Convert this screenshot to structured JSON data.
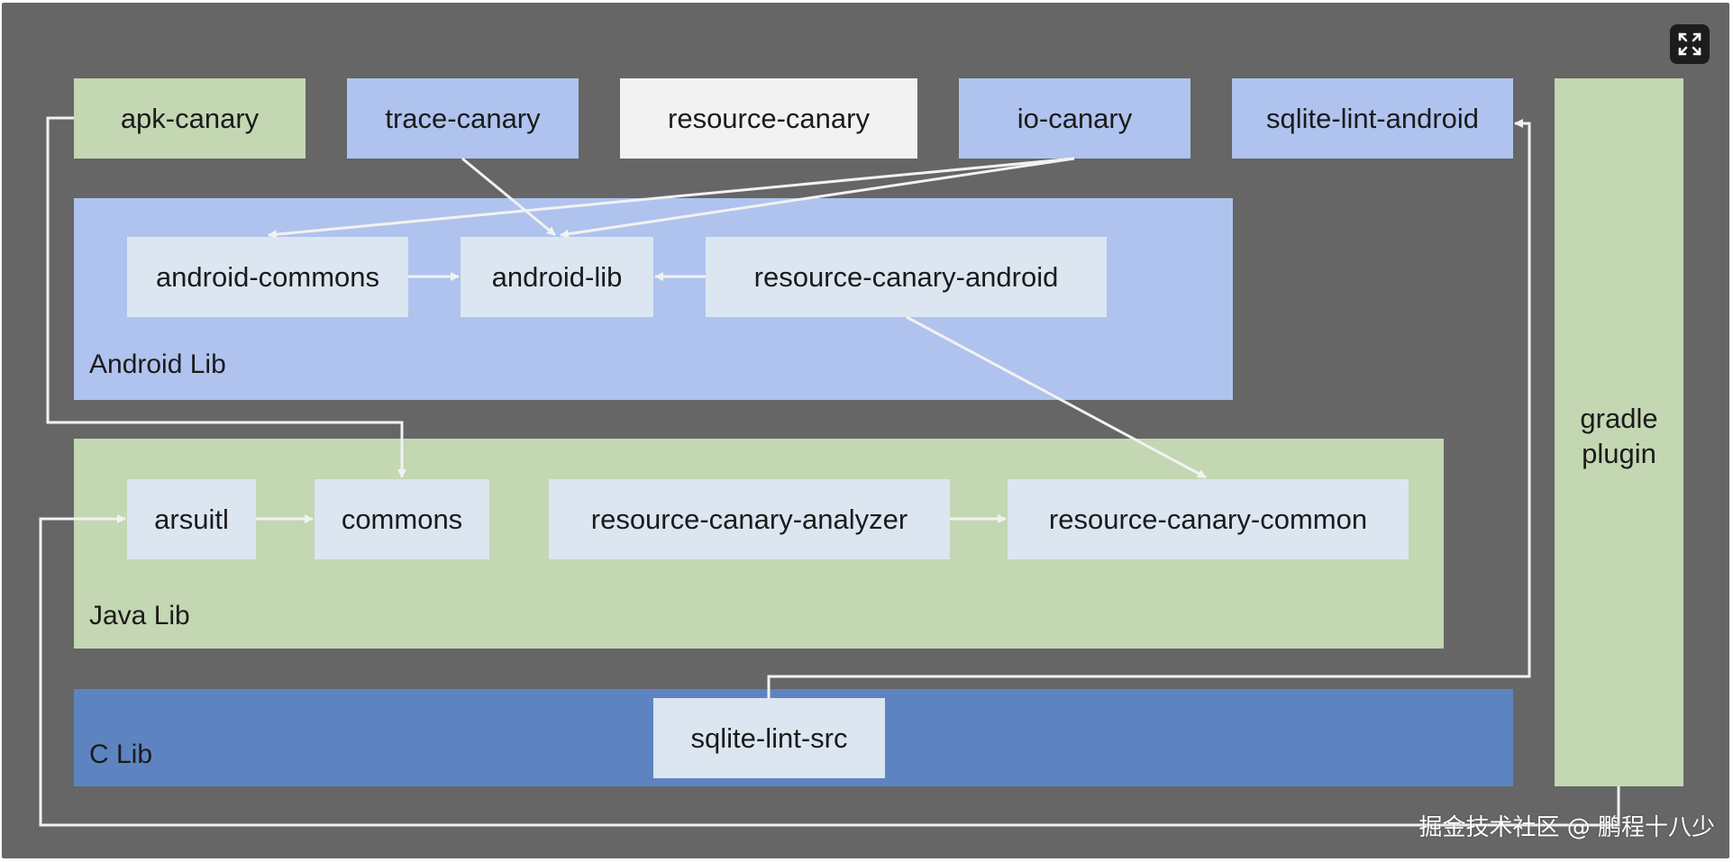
{
  "colors": {
    "canvas": "#666666",
    "android_group": "#afc3ee",
    "java_group": "#c3d7b2",
    "c_group": "#5d84c1",
    "node_light": "#dbe6f1",
    "node_blue": "#afc3ee",
    "node_green": "#c3d7b2",
    "node_white": "#f2f2f2",
    "edge": "#f2f2f2"
  },
  "groups": {
    "android": {
      "label": "Android Lib"
    },
    "java": {
      "label": "Java Lib"
    },
    "c": {
      "label": "C Lib"
    }
  },
  "nodes": {
    "apk_canary": "apk-canary",
    "trace_canary": "trace-canary",
    "resource_canary": "resource-canary",
    "io_canary": "io-canary",
    "sqlite_lint_android": "sqlite-lint-android",
    "android_commons": "android-commons",
    "android_lib": "android-lib",
    "resource_canary_android": "resource-canary-android",
    "arsuitl": "arsuitl",
    "commons": "commons",
    "resource_canary_analyzer": "resource-canary-analyzer",
    "resource_canary_common": "resource-canary-common",
    "sqlite_lint_src": "sqlite-lint-src",
    "gradle_plugin": {
      "line1": "gradle",
      "line2": "plugin"
    }
  },
  "toolbar": {
    "expand_icon": "expand-icon"
  },
  "watermark": "掘金技术社区 @ 鹏程十八少"
}
